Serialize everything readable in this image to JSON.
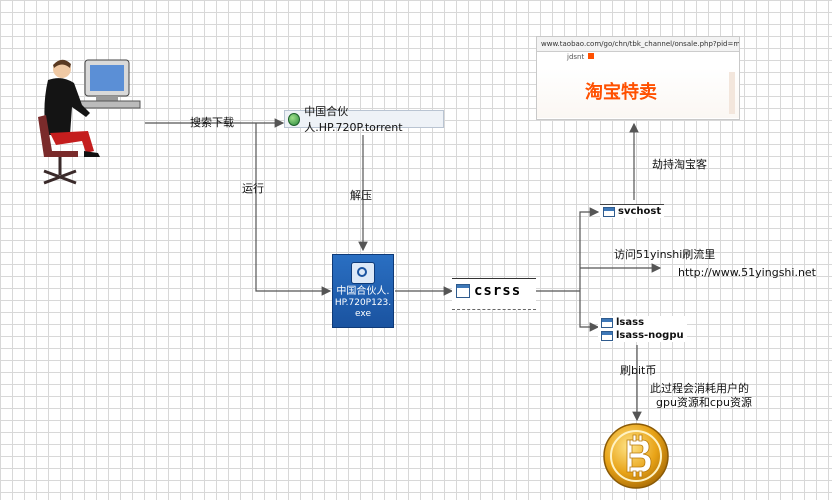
{
  "nodes": {
    "torrent_file": "中国合伙人.HP.720P.torrent",
    "exe_name_line1": "中国合伙人.",
    "exe_name_line2": "HP.720P123.",
    "exe_ext": "exe",
    "csrss": "csrss",
    "svchost": "svchost",
    "lsass": "lsass",
    "lsass_nogpu": "lsass-nogpu",
    "taobao_url": "www.taobao.com/go/chn/tbk_channel/onsale.php?pid=m",
    "taobao_tab": "jdsnt",
    "taobao_logo": "淘宝特卖"
  },
  "edges": {
    "search_download": "搜索下载",
    "run": "运行",
    "unzip": "解压",
    "hijack_taobaoke": "劫持淘宝客",
    "visit_51yinshi": "访问51yinshi刷流里",
    "url_51yingshi": "http://www.51yingshi.net",
    "mine_bitcoin": "刷bit币",
    "consume_note_line1": "此过程会消耗用户的",
    "consume_note_line2": "gpu资源和cpu资源"
  },
  "icons": {
    "user": "user-at-computer-icon",
    "bitcoin": "bitcoin-coin-icon",
    "process": "window-icon",
    "exe": "installer-icon"
  },
  "colors": {
    "arrow": "#555555",
    "exe_blue": "#1f5fae",
    "bitcoin_gold": "#e8a317",
    "taobao_orange": "#ff5000"
  }
}
